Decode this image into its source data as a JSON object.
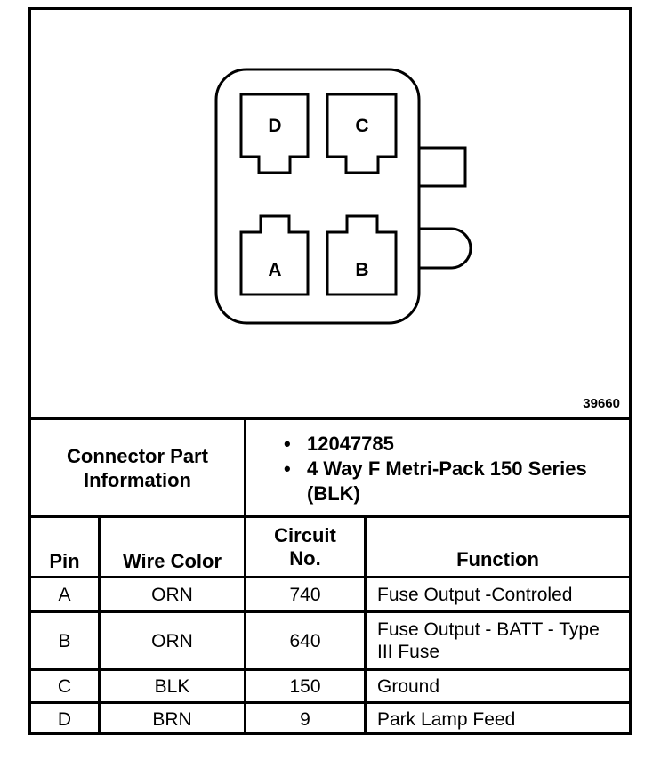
{
  "diagram": {
    "figure_number": "39660",
    "cavity_labels": {
      "d": "D",
      "c": "C",
      "a": "A",
      "b": "B"
    }
  },
  "connector_info": {
    "label": "Connector Part Information",
    "items": [
      "12047785",
      "4 Way F Metri-Pack 150 Series (BLK)"
    ]
  },
  "table": {
    "headers": {
      "pin": "Pin",
      "wire_color": "Wire Color",
      "circuit_no": "Circuit No.",
      "function": "Function"
    },
    "rows": [
      {
        "pin": "A",
        "wire_color": "ORN",
        "circuit_no": "740",
        "function": "Fuse Output -Controled"
      },
      {
        "pin": "B",
        "wire_color": "ORN",
        "circuit_no": "640",
        "function": "Fuse Output - BATT - Type III Fuse"
      },
      {
        "pin": "C",
        "wire_color": "BLK",
        "circuit_no": "150",
        "function": "Ground"
      },
      {
        "pin": "D",
        "wire_color": "BRN",
        "circuit_no": "9",
        "function": "Park Lamp Feed"
      }
    ]
  }
}
